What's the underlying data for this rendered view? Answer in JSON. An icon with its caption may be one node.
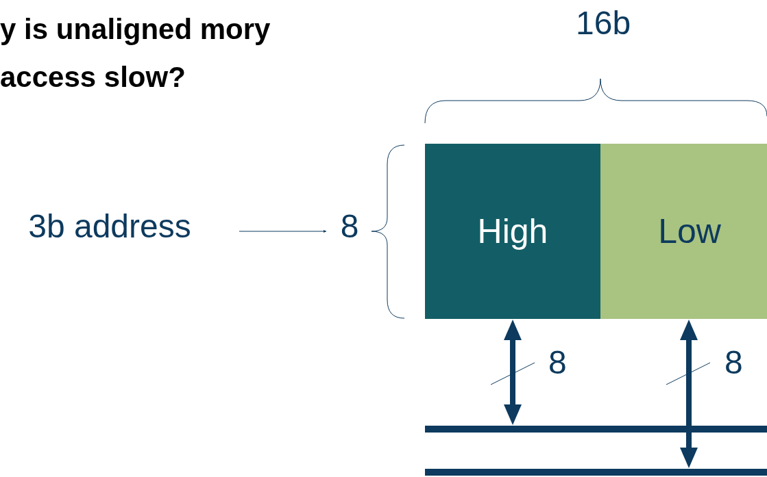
{
  "diagram": {
    "title": "y is unaligned mory access slow?",
    "nodes": [
      {
        "text": [
          "3b address"
        ]
      },
      {
        "text": [
          "8"
        ]
      },
      {
        "text": [
          "High"
        ]
      },
      {
        "text": [
          "Low"
        ]
      },
      {
        "text": [],
        "shape": "bar"
      },
      {
        "text": [],
        "shape": "bar"
      }
    ],
    "edges": [
      {
        "from": 0,
        "to": 1,
        "arrow": "to"
      },
      {
        "from": 2,
        "to": 4,
        "arrow": "both",
        "label": "8"
      },
      {
        "from": 3,
        "to": 5,
        "arrow": "both",
        "label": "8"
      }
    ],
    "labels": [
      "16b"
    ]
  }
}
